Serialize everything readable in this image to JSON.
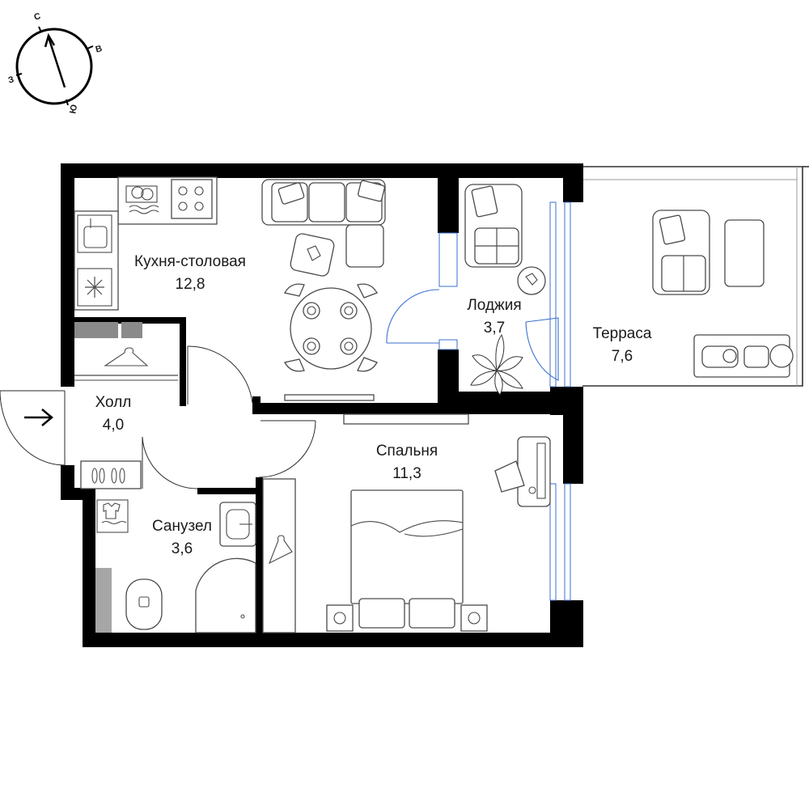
{
  "plan": {
    "rooms": [
      {
        "id": "kitchen",
        "name": "Кухня-столовая",
        "area": "12,8"
      },
      {
        "id": "loggia",
        "name": "Лоджия",
        "area": "3,7"
      },
      {
        "id": "terrace",
        "name": "Терраса",
        "area": "7,6"
      },
      {
        "id": "hall",
        "name": "Холл",
        "area": "4,0"
      },
      {
        "id": "bedroom",
        "name": "Спальня",
        "area": "11,3"
      },
      {
        "id": "bathroom",
        "name": "Санузел",
        "area": "3,6"
      }
    ]
  },
  "compass": {
    "n": "С",
    "e": "В",
    "s": "Ю",
    "w": "З"
  },
  "entrance_icon": "arrow-right-icon",
  "colors": {
    "wall": "#000000",
    "window": "#3b6fd1",
    "furniture": "#4a4a4a",
    "wet_zone": "#a6a6a6"
  }
}
